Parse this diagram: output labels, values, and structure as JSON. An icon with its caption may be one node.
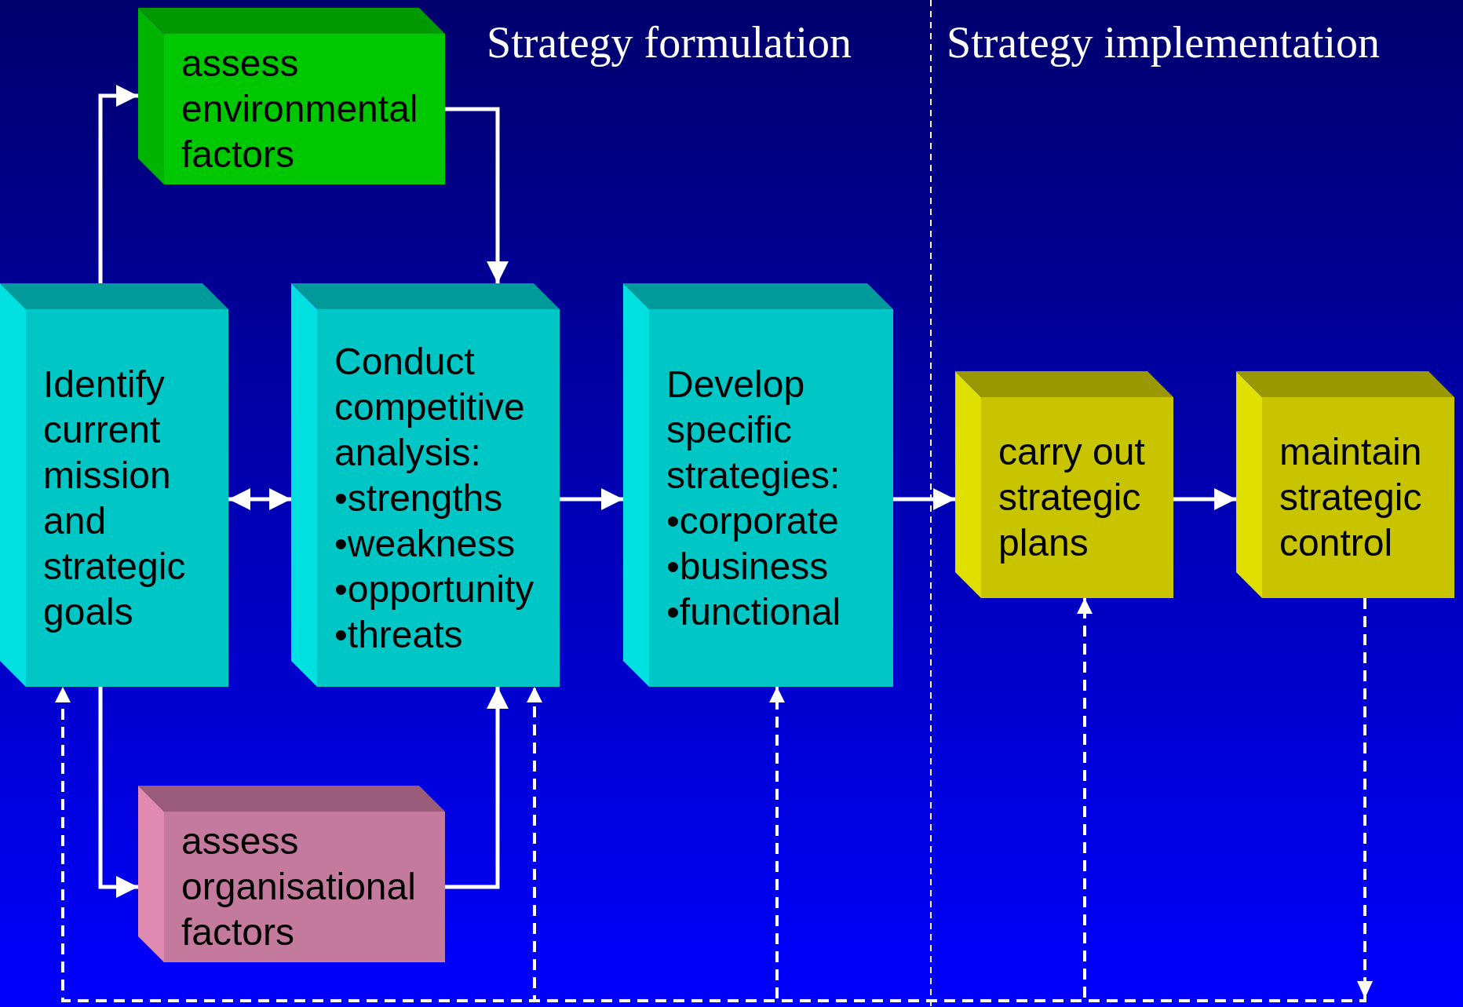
{
  "diagram": {
    "nodes": [
      {
        "text": [
          "assess environmental factors"
        ]
      },
      {
        "text": [
          "Identify current mission and strategic goals"
        ]
      },
      {
        "text": [
          "Conduct competitive analysis:",
          "•strengths",
          "•weakness",
          "•opportunity",
          "•threats"
        ]
      },
      {
        "text": [
          "Develop specific strategies:",
          "•corporate",
          "•business",
          "•functional"
        ]
      },
      {
        "text": [
          "carry out strategic plans"
        ]
      },
      {
        "text": [
          "maintain strategic control"
        ]
      },
      {
        "text": [
          "assess organisational factors"
        ]
      }
    ],
    "edges": [
      {
        "from": 1,
        "to": 0,
        "arrow": "to"
      },
      {
        "from": 0,
        "to": 2,
        "arrow": "to"
      },
      {
        "from": 1,
        "to": 2,
        "arrow": "both"
      },
      {
        "from": 1,
        "to": 6,
        "arrow": "to"
      },
      {
        "from": 6,
        "to": 2,
        "arrow": "to"
      },
      {
        "from": 2,
        "to": 3,
        "arrow": "to"
      },
      {
        "from": 3,
        "to": 4,
        "arrow": "to"
      },
      {
        "from": 4,
        "to": 5,
        "arrow": "to"
      },
      {
        "from": 5,
        "to": 1,
        "arrow": "to",
        "style": "dashed"
      },
      {
        "from": 5,
        "to": 2,
        "arrow": "to",
        "style": "dashed"
      },
      {
        "from": 5,
        "to": 3,
        "arrow": "to",
        "style": "dashed"
      },
      {
        "from": 5,
        "to": 4,
        "arrow": "to",
        "style": "dashed"
      }
    ],
    "labels": [
      "Strategy formulation",
      "Strategy implementation"
    ]
  }
}
